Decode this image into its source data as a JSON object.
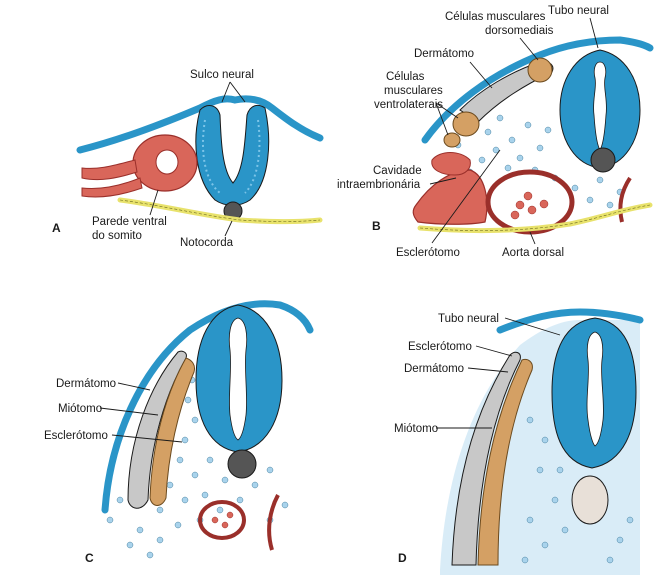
{
  "colors": {
    "neural": "#2a95c8",
    "neural_light": "#7cc4e8",
    "ectoderm": "#2a95c8",
    "somite": "#d9665a",
    "somite_dark": "#9a2f2a",
    "dermatome_orange": "#d4a064",
    "endoderm_yellow": "#e8e26c",
    "mesenchyme": "#a9d3ec",
    "gray": "#c8c8c8",
    "outline": "#1a1a1a"
  },
  "panels": {
    "a": {
      "letter": "A",
      "sulco_neural": "Sulco neural",
      "parede_l1": "Parede ventral",
      "parede_l2": "do somito",
      "notocorda": "Notocorda"
    },
    "b": {
      "letter": "B",
      "dorso_l1": "Células musculares",
      "dorso_l2": "dorsomediais",
      "tubo_neural": "Tubo neural",
      "dermatomo": "Dermátomo",
      "ventro_l1": "Células",
      "ventro_l2": "musculares",
      "ventro_l3": "ventrolaterais",
      "cav_l1": "Cavidade",
      "cav_l2": "intraembrionária",
      "esclerotomo": "Esclerótomo",
      "aorta": "Aorta dorsal"
    },
    "c": {
      "letter": "C",
      "dermatomo": "Dermátomo",
      "miotomo": "Miótomo",
      "esclerotomo": "Esclerótomo"
    },
    "d": {
      "letter": "D",
      "tubo_neural": "Tubo neural",
      "esclerotomo": "Esclerótomo",
      "dermatomo": "Dermátomo",
      "miotomo": "Miótomo"
    }
  }
}
